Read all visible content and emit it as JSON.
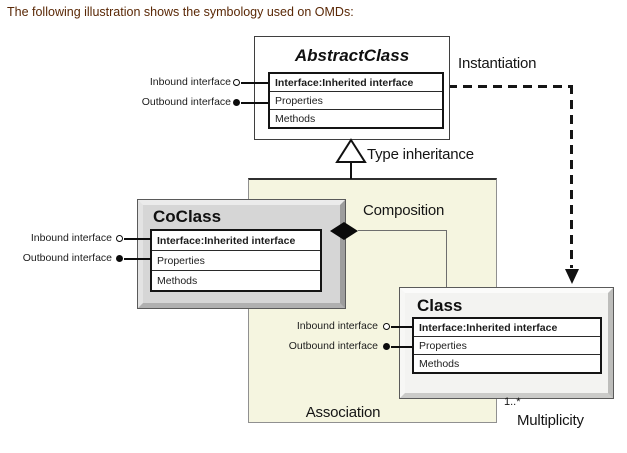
{
  "page": {
    "title": "The following illustration shows the symbology used on OMDs:",
    "title_color": "#5a2806",
    "background_color": "#ffffff"
  },
  "diagram": {
    "association_area_color": "#f5f5e0",
    "coclass_panel_color": "#d6d6d6",
    "class_panel_color": "#f3f3f1",
    "line_color": "#151515",
    "labels": {
      "instantiation": "Instantiation",
      "type_inheritance": "Type inheritance",
      "composition": "Composition",
      "association": "Association",
      "multiplicity": "Multiplicity",
      "multiplicity_value": "1..*"
    },
    "classes": {
      "abstract": {
        "name": "AbstractClass",
        "rows": [
          "Interface:Inherited interface",
          "Properties",
          "Methods"
        ],
        "inbound_label": "Inbound interface",
        "outbound_label": "Outbound interface"
      },
      "coclass": {
        "name": "CoClass",
        "rows": [
          "Interface:Inherited interface",
          "Properties",
          "Methods"
        ],
        "inbound_label": "Inbound interface",
        "outbound_label": "Outbound interface"
      },
      "class": {
        "name": "Class",
        "rows": [
          "Interface:Inherited interface",
          "Properties",
          "Methods"
        ],
        "inbound_label": "Inbound interface",
        "outbound_label": "Outbound interface"
      }
    }
  }
}
